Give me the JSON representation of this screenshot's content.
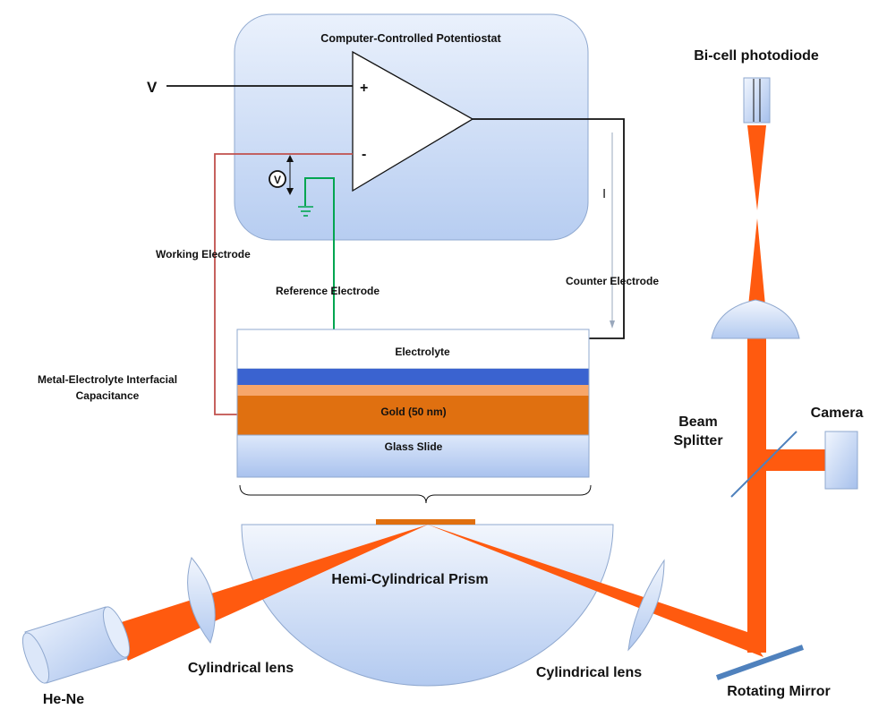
{
  "labels": {
    "potentiostat": "Computer-Controlled Potentiostat",
    "v_input": "V",
    "plus": "+",
    "minus": "-",
    "voltmeter": "V",
    "current": "I",
    "working_electrode": "Working Electrode",
    "reference_electrode": "Reference Electrode",
    "counter_electrode": "Counter Electrode",
    "capacitance_line1": "Metal-Electrolyte  Interfacial",
    "capacitance_line2": "Capacitance",
    "electrolyte": "Electrolyte",
    "gold": "Gold (50 nm)",
    "glass": "Glass Slide",
    "prism": "Hemi-Cylindrical Prism",
    "cyl_lens_left": "Cylindrical lens",
    "cyl_lens_right": "Cylindrical lens",
    "laser": "He-Ne",
    "rotating_mirror": "Rotating Mirror",
    "beam_splitter_line1": "Beam",
    "beam_splitter_line2": "Splitter",
    "camera": "Camera",
    "photodiode": "Bi-cell photodiode"
  },
  "colors": {
    "beam": "#FF5A0F",
    "gold": "#E07010",
    "gold_light": "#F7A66A",
    "blue_layer": "#3A63D0",
    "panel_light": "#EAF1FC",
    "panel_dark": "#B9CFF2",
    "wire_red": "#C0504D",
    "wire_green": "#00A550",
    "mirror": "#4F81BD"
  }
}
